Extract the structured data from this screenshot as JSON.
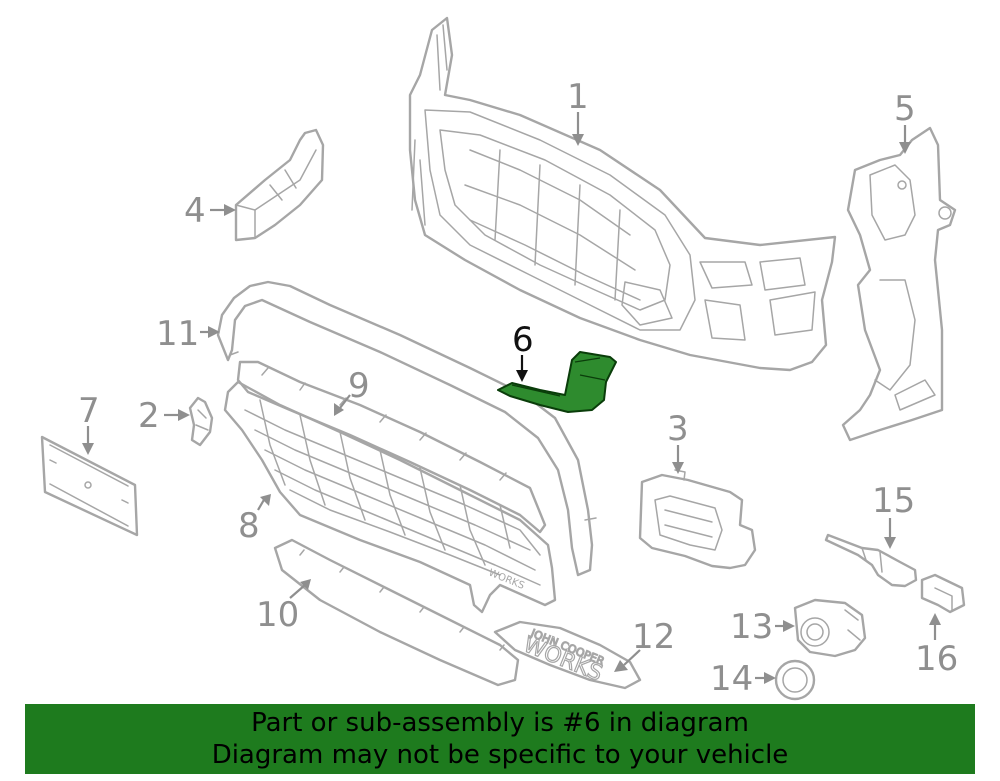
{
  "callouts": {
    "c1": "1",
    "c2": "2",
    "c3": "3",
    "c4": "4",
    "c5": "5",
    "c6": "6",
    "c7": "7",
    "c8": "8",
    "c9": "9",
    "c10": "10",
    "c11": "11",
    "c12": "12",
    "c13": "13",
    "c14": "14",
    "c15": "15",
    "c16": "16"
  },
  "emblem": {
    "line1": "JOHN COOPER",
    "line2": "WORKS"
  },
  "grille_badge": "WORKS",
  "banner": {
    "line1": "Part or sub-assembly is #6 in diagram",
    "line2": "Diagram may not be specific to your vehicle"
  },
  "colors": {
    "highlight": "#2e8b2e",
    "banner": "#1e7b1e",
    "part_stroke": "#a6a6a6",
    "callout": "#8f8f8f"
  }
}
